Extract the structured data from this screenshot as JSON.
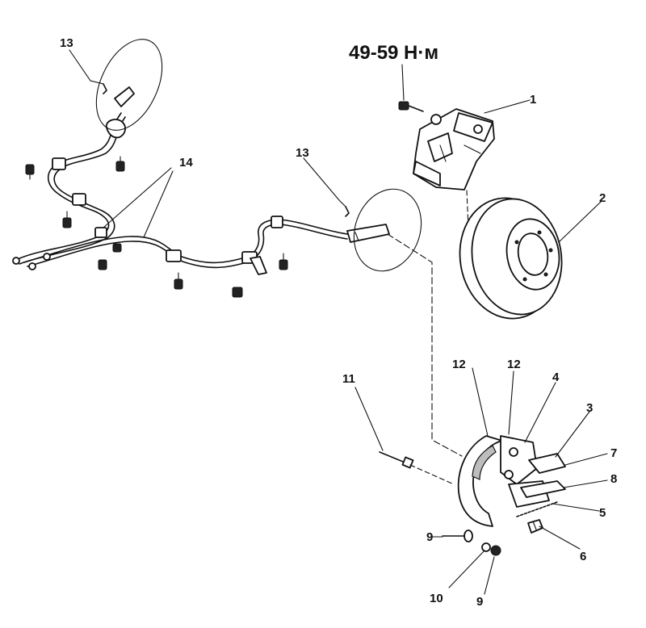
{
  "torque_spec": "49-59 Н·м",
  "callouts": {
    "c1": "1",
    "c2": "2",
    "c3": "3",
    "c4": "4",
    "c5": "5",
    "c6": "6",
    "c7": "7",
    "c8": "8",
    "c9a": "9",
    "c9b": "9",
    "c10": "10",
    "c11": "11",
    "c12a": "12",
    "c12b": "12",
    "c13a": "13",
    "c13b": "13",
    "c14": "14"
  }
}
